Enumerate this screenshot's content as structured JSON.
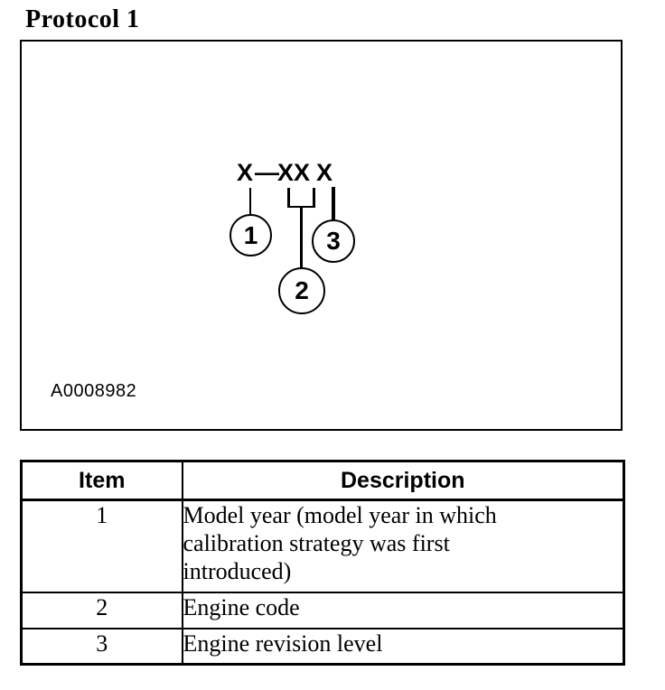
{
  "title": "Protocol 1",
  "figure": {
    "code": {
      "first": "X",
      "dash": "—",
      "middle": "XX",
      "last": "X"
    },
    "callouts": {
      "c1": "1",
      "c2": "2",
      "c3": "3"
    },
    "figure_id": "A0008982"
  },
  "table": {
    "headers": {
      "item": "Item",
      "description": "Description"
    },
    "rows": [
      {
        "item": "1",
        "description": "Model year (model year in which calibration strategy was first introduced)"
      },
      {
        "item": "2",
        "description": "Engine code"
      },
      {
        "item": "3",
        "description": "Engine revision level"
      }
    ]
  }
}
